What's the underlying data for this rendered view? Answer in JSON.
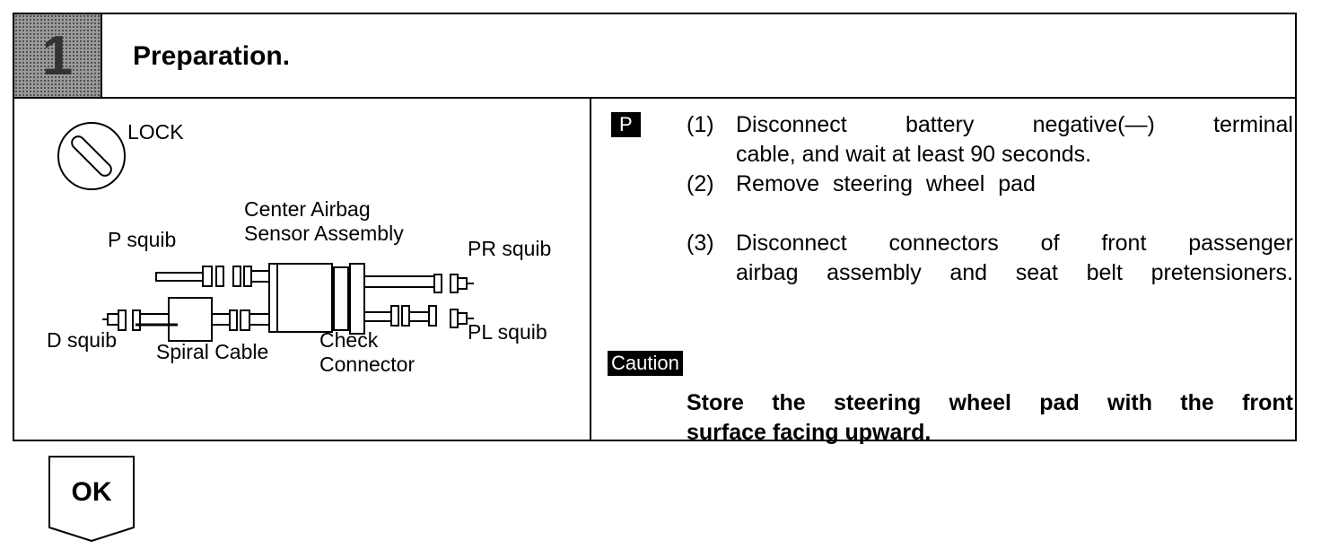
{
  "step": {
    "number": "1",
    "title": "Preparation."
  },
  "diagram": {
    "lock_label": "LOCK",
    "p_squib": "P squib",
    "center_airbag_line1": "Center Airbag",
    "center_airbag_line2": "Sensor Assembly",
    "pr_squib": "PR squib",
    "d_squib": "D squib",
    "spiral_cable": "Spiral Cable",
    "check_line1": "Check",
    "check_line2": "Connector",
    "pl_squib": "PL squib"
  },
  "instructions": {
    "badge": "P",
    "items": [
      {
        "num": "(1)",
        "line1": "Disconnect battery negative(—) terminal",
        "line2": "cable, and wait at least 90 seconds."
      },
      {
        "num": "(2)",
        "line1": "Remove steering wheel pad"
      },
      {
        "num": "(3)",
        "line1": "Disconnect connectors of front passenger",
        "line2": "airbag assembly and seat belt pretensioners."
      }
    ]
  },
  "caution": {
    "badge": "Caution",
    "line1": "Store the steering wheel pad with the front",
    "line2": "surface facing upward."
  },
  "ok_button": {
    "label": "OK"
  }
}
